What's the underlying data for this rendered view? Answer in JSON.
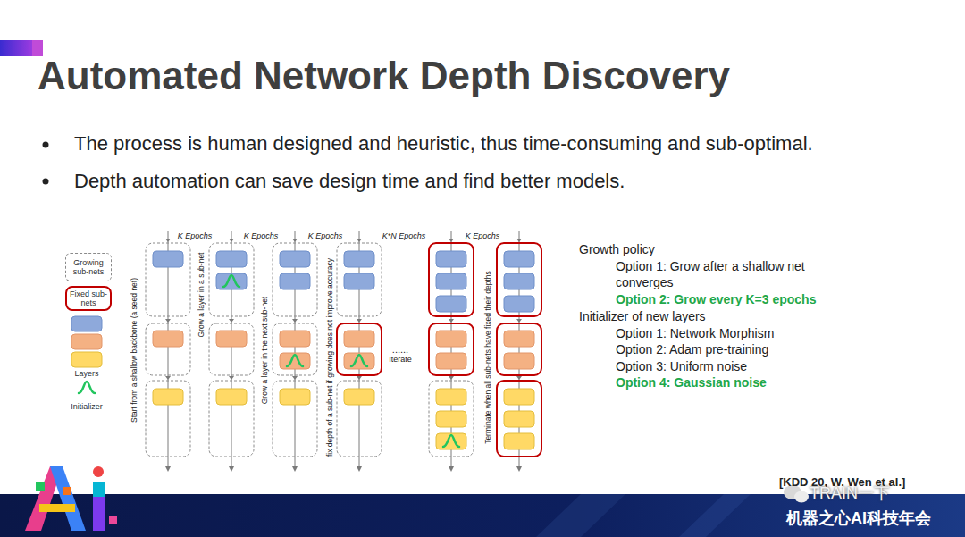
{
  "diagram": {
    "title": "Automated Network Depth Discovery",
    "nodes": [
      {
        "text": [
          "Growing sub-nets"
        ]
      },
      {
        "text": [
          "Fixed sub-nets"
        ]
      }
    ],
    "labels": [
      "K Epochs",
      "K Epochs",
      "K Epochs",
      "K*N Epochs",
      "K Epochs",
      "Start from a shallow backbone (a seed net)",
      "Grow a layer in a sub-net",
      "Grow a layer in the next sub-net",
      "fix depth of a sub-net if growing does not improve accuracy",
      "......",
      "Iterate",
      "Terminate when all sub-nets have fixed their depths",
      "The process is human designed and heuristic, thus time-consuming and sub-optimal.",
      "Depth automation can save design time and find better models.",
      "Growth policy",
      "Option 1: Grow after a shallow net converges",
      "Option 2: Grow every K=3 epochs",
      "Initializer of new layers",
      "Option 1: Network Morphism",
      "Option 2: Adam pre-training",
      "Option 3: Uniform noise",
      "Option 4: Gaussian noise",
      "[KDD 20, W. Wen et al.]",
      "TRAIN一下",
      "机器之心AI科技年会"
    ],
    "legend": [
      {
        "text": "Layers"
      },
      {
        "text": "Initializer"
      }
    ]
  }
}
